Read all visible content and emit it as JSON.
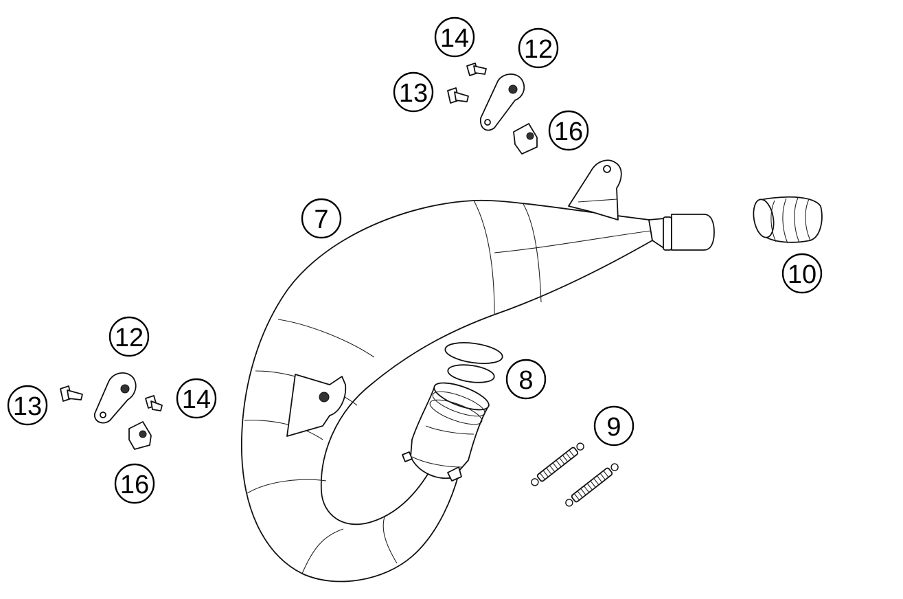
{
  "callouts": {
    "exhaust_pipe": "7",
    "o_rings": "8",
    "springs": "9",
    "rubber_sleeve": "10",
    "bracket_top": "12",
    "screw_top": "13",
    "bolt_top": "14",
    "clip_nut_top": "16",
    "bracket_left": "12",
    "screw_left": "13",
    "bolt_left": "14",
    "clip_nut_left": "16"
  }
}
